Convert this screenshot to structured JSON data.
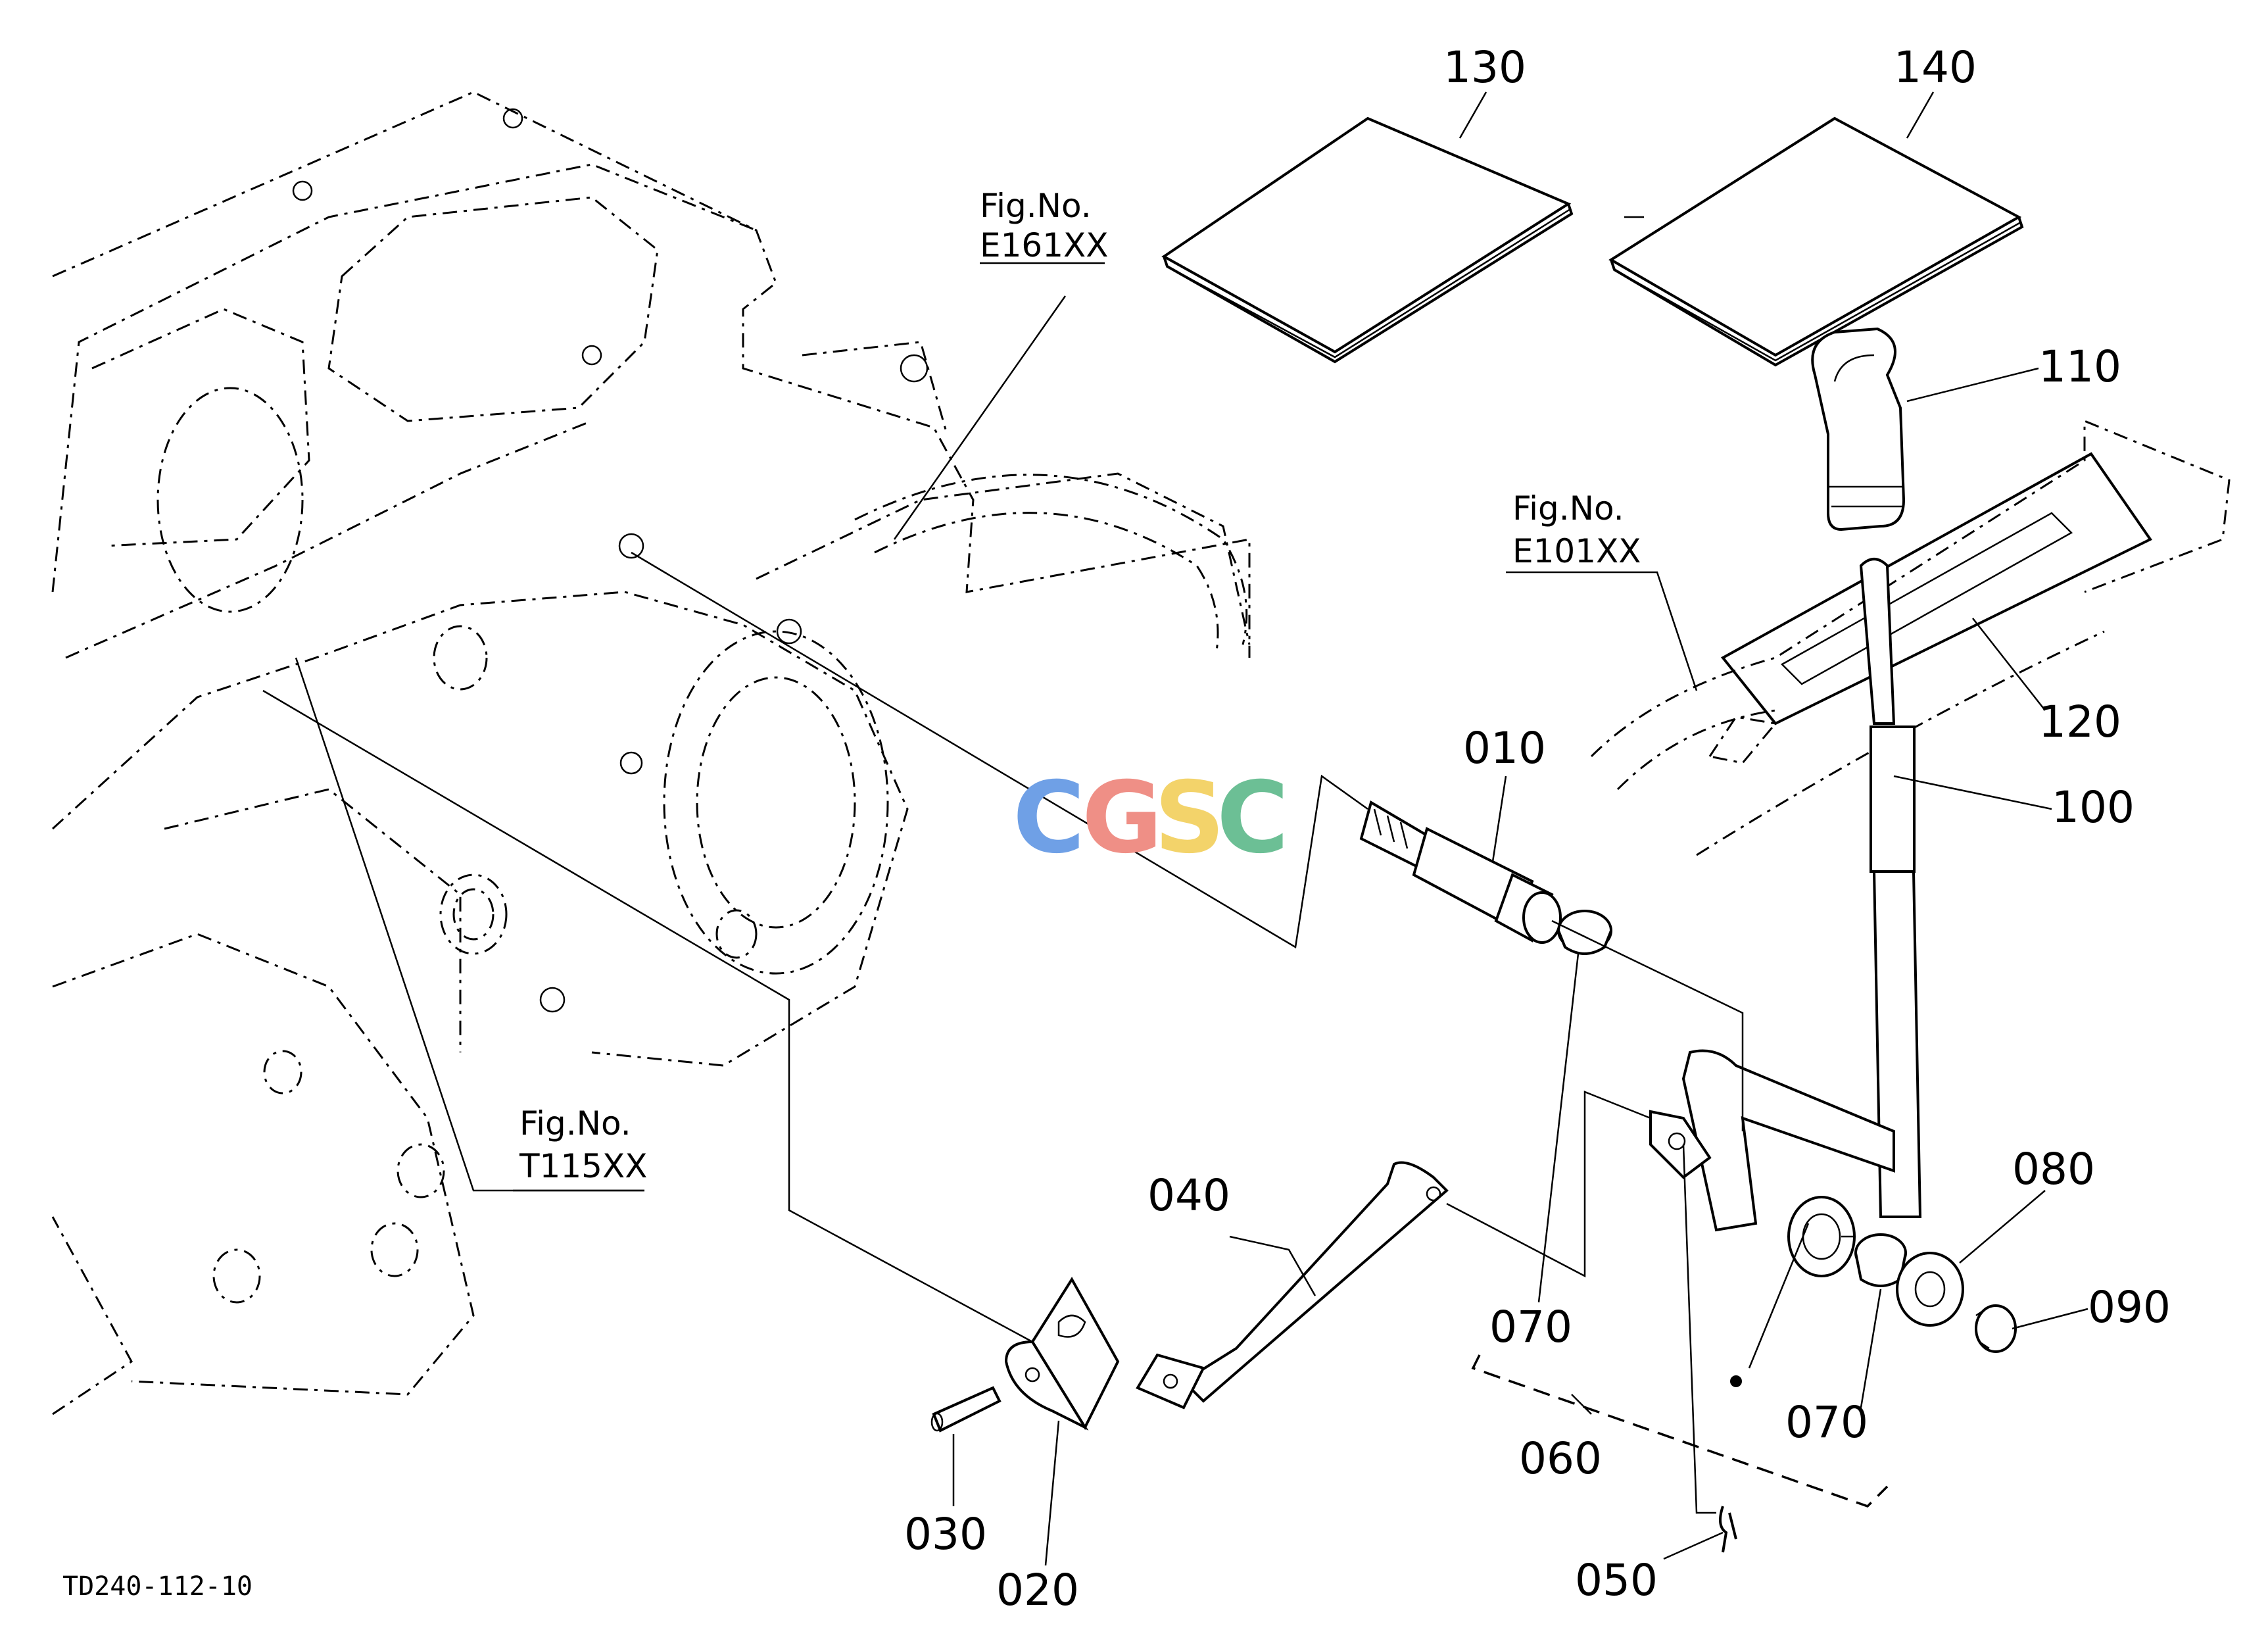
{
  "diagram_code": "TD240-112-10",
  "watermark": {
    "letters": [
      {
        "char": "C",
        "color": "#6fa0e6"
      },
      {
        "char": "G",
        "color": "#ef8f86"
      },
      {
        "char": "S",
        "color": "#f3d36a"
      },
      {
        "char": "C",
        "color": "#6cbf95"
      }
    ]
  },
  "figure_refs": [
    {
      "line1": "Fig.No.",
      "line2": "E161XX"
    },
    {
      "line1": "Fig.No.",
      "line2": "E101XX"
    },
    {
      "line1": "Fig.No.",
      "line2": "T115XX"
    }
  ],
  "callouts": {
    "p130": "130",
    "p140": "140",
    "p110": "110",
    "p120": "120",
    "p100": "100",
    "p010": "010",
    "p040": "040",
    "p070a": "070",
    "p070b": "070",
    "p080": "080",
    "p090": "090",
    "p060": "060",
    "p030": "030",
    "p020": "020",
    "p050": "050"
  }
}
